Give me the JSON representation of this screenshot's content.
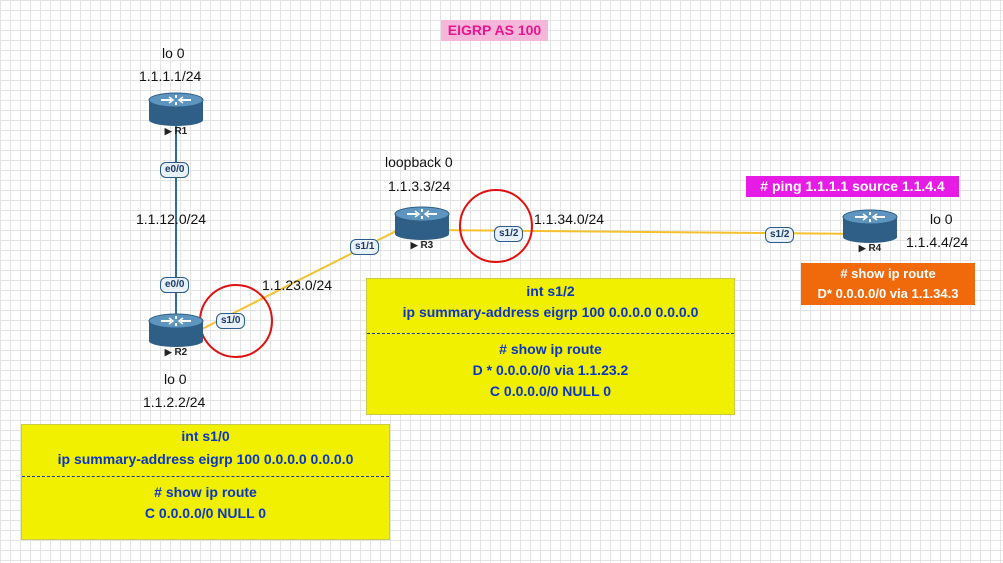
{
  "title": "EIGRP AS 100",
  "routers": [
    {
      "name": "R1",
      "lo_label": "lo 0",
      "lo_ip": "1.1.1.1/24"
    },
    {
      "name": "R2",
      "lo_label": "lo 0",
      "lo_ip": "1.1.2.2/24"
    },
    {
      "name": "R3",
      "lo_label": "loopback 0",
      "lo_ip": "1.1.3.3/24"
    },
    {
      "name": "R4",
      "lo_label": "lo 0",
      "lo_ip": "1.1.4.4/24"
    }
  ],
  "ports": {
    "r1_e00": "e0/0",
    "r2_e00": "e0/0",
    "r2_s10": "s1/0",
    "r3_s11": "s1/1",
    "r3_s12": "s1/2",
    "r4_s12": "s1/2"
  },
  "subnets": {
    "r1_r2": "1.1.12.0/24",
    "r2_r3": "1.1.23.0/24",
    "r3_r4": "1.1.34.0/24"
  },
  "r3_box": {
    "line1": "int s1/2",
    "line2": "ip summary-address eigrp 100 0.0.0.0 0.0.0.0",
    "line3": "# show ip route",
    "line4": "D * 0.0.0.0/0 via 1.1.23.2",
    "line5": "C 0.0.0.0/0 NULL 0"
  },
  "r2_box": {
    "line1": "int s1/0",
    "line2": "ip summary-address eigrp 100 0.0.0.0 0.0.0.0",
    "line3": "# show ip route",
    "line4": "C 0.0.0.0/0 NULL 0"
  },
  "r4_ping": "# ping 1.1.1.1 source 1.1.4.4",
  "r4_box": {
    "line1": "# show ip route",
    "line2": "D* 0.0.0.0/0 via 1.1.34.3"
  },
  "colors": {
    "link_ethernet": "#2a6ba0",
    "link_serial": "#f5c12e",
    "highlight_circle": "#e01010",
    "yellow_box": "#f0f000",
    "orange_box": "#f06a0c",
    "magenta_box": "#e61ce6",
    "title_bg": "#f6b8da",
    "title_text": "#e8158f"
  }
}
